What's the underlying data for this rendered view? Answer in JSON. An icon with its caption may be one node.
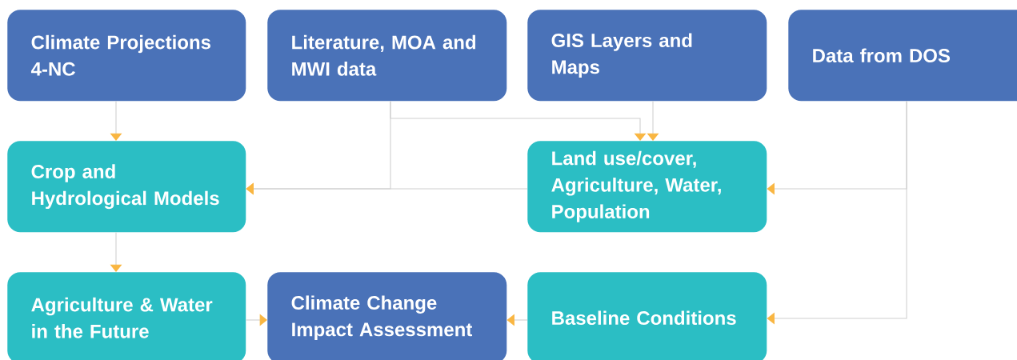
{
  "diagram": {
    "nodes": [
      {
        "text": [
          "Climate Projections 4-NC"
        ]
      },
      {
        "text": [
          "Literature, MOA and MWI data"
        ]
      },
      {
        "text": [
          "GIS Layers and Maps"
        ]
      },
      {
        "text": [
          "Data from DOS"
        ]
      },
      {
        "text": [
          "Crop and Hydrological Models"
        ]
      },
      {
        "text": [
          "Land use/cover, Agriculture, Water, Population"
        ]
      },
      {
        "text": [
          "Agriculture & Water in the Future"
        ]
      },
      {
        "text": [
          "Climate Change Impact Assessment"
        ]
      },
      {
        "text": [
          "Baseline Conditions"
        ]
      }
    ],
    "edges": [
      {
        "from": 0,
        "to": 4,
        "arrow": "to"
      },
      {
        "from": 1,
        "to": 5,
        "arrow": "to"
      },
      {
        "from": 1,
        "to": 4,
        "arrow": "to"
      },
      {
        "from": 2,
        "to": 5,
        "arrow": "to"
      },
      {
        "from": 3,
        "to": 5,
        "arrow": "to"
      },
      {
        "from": 3,
        "to": 8,
        "arrow": "to"
      },
      {
        "from": 4,
        "to": 6,
        "arrow": "to"
      },
      {
        "from": 5,
        "to": 4,
        "arrow": "to"
      },
      {
        "from": 6,
        "to": 7,
        "arrow": "to"
      },
      {
        "from": 8,
        "to": 7,
        "arrow": "to"
      }
    ]
  }
}
